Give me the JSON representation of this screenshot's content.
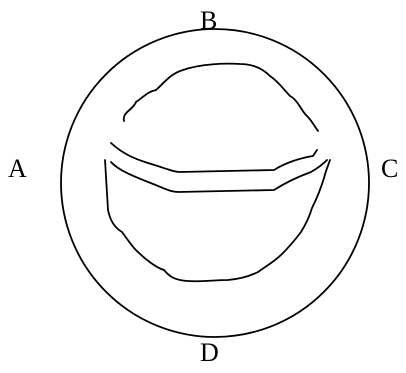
{
  "labels": {
    "top": "B",
    "left": "A",
    "right": "C",
    "bottom": "D"
  },
  "colors": {
    "line": "#000000",
    "background": "#ffffff"
  }
}
